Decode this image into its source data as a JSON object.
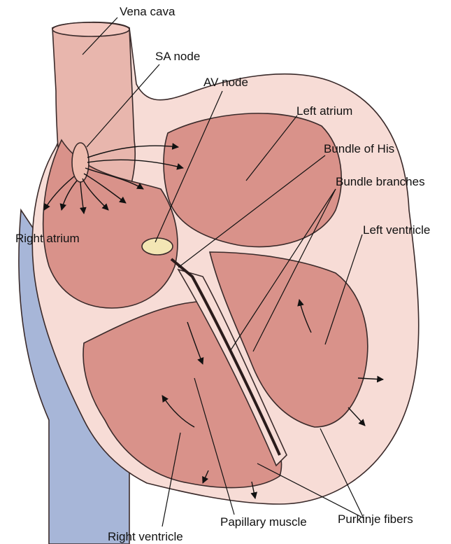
{
  "labels": {
    "vena_cava": "Vena cava",
    "sa_node": "SA node",
    "av_node": "AV node",
    "left_atrium": "Left atrium",
    "bundle_of_his": "Bundle of His",
    "bundle_branches": "Bundle branches",
    "right_atrium": "Right atrium",
    "left_ventricle": "Left ventricle",
    "purkinje_fibers": "Purkinje fibers",
    "papillary_muscle": "Papillary muscle",
    "right_ventricle": "Right ventricle"
  },
  "colors": {
    "outer_wall": "#f7dcd6",
    "wall_edge": "#e8b6ad",
    "chamber": "#d9928a",
    "chamber_dark": "#c47a73",
    "vessel_blue": "#a7b6d8",
    "node_fill": "#f3e6b4",
    "ink": "#111111"
  }
}
